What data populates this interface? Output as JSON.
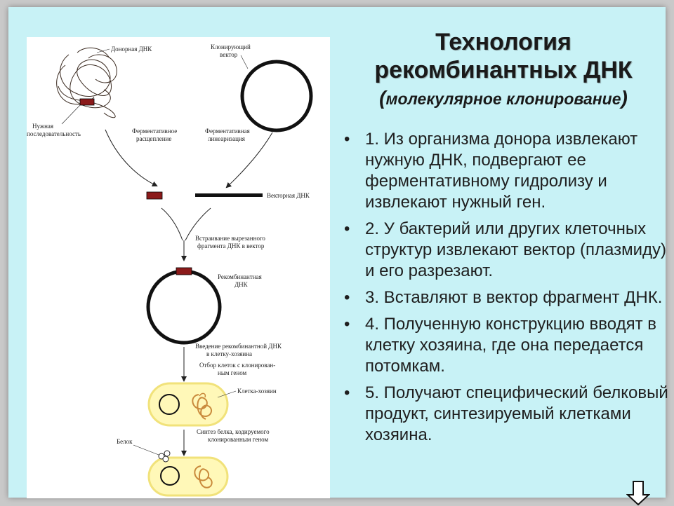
{
  "title": {
    "line1": "Технология",
    "line2": "рекомбинантных ДНК",
    "subtitle_open": "(",
    "subtitle_text": "молекулярное клонирование",
    "subtitle_close": ")"
  },
  "steps": [
    {
      "bullet": "•",
      "text": "1. Из организма донора извлекают нужную ДНК, подвергают ее ферментативному гидролизу и извлекают нужный ген."
    },
    {
      "bullet": "•",
      "text": "2. У бактерий или других клеточных структур извлекают вектор (плазмиду) и его разрезают."
    },
    {
      "bullet": "•",
      "text": "3. Вставляют в вектор фрагмент ДНК."
    },
    {
      "bullet": "•",
      "text": "4. Полученную конструкцию вводят в клетку хозяина, где она передается потомкам."
    },
    {
      "bullet": "•",
      "text": "5.  Получают специфический белковый продукт, синтезируемый клетками хозяина."
    }
  ],
  "diagram": {
    "labels": {
      "donor_dna": "Донорная ДНК",
      "cloning_vector_1": "Клонирующий",
      "cloning_vector_2": "вектор",
      "needed_seq_1": "Нужная",
      "needed_seq_2": "последовательность",
      "enzymatic_cleavage_1": "Ферментативное",
      "enzymatic_cleavage_2": "расщепление",
      "enzymatic_linear_1": "Ферментативная",
      "enzymatic_linear_2": "линеаризация",
      "vector_dna": "Векторная ДНК",
      "insertion_1": "Встраивание вырезанного",
      "insertion_2": "фрагмента ДНК в вектор",
      "recombinant_1": "Рекомбинантная",
      "recombinant_2": "ДНК",
      "introduction_1": "Введение рекомбинантной ДНК",
      "introduction_2": "в клетку-хозяина",
      "selection_1": "Отбор клеток с клонирован-",
      "selection_2": "ным геном",
      "host_cell": "Клетка-хозяин",
      "protein_synthesis_1": "Синтез белка, кодируемого",
      "protein_synthesis_2": "клонированным геном",
      "protein": "Белок"
    },
    "colors": {
      "insert": "#8b1a1a",
      "cell_fill": "#fff8b8",
      "cell_stroke": "#f1e27a",
      "coil": "#c98a3c"
    }
  },
  "nav": {
    "next_icon": "down-arrow-icon"
  }
}
